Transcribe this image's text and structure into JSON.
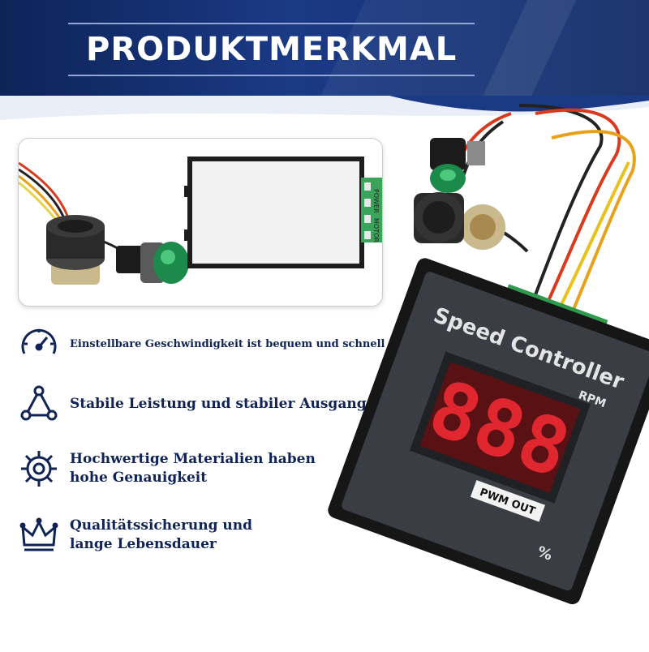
{
  "header": {
    "title": "PRODUKTMERKMAL"
  },
  "features": [
    {
      "icon": "speedometer-icon",
      "text": "Einstellbare Geschwindigkeit ist bequem und schnell"
    },
    {
      "icon": "network-triangle-icon",
      "text": "Stabile Leistung und stabiler Ausgang"
    },
    {
      "icon": "gear-icon",
      "line1": "Hochwertige Materialien haben",
      "line2": "hohe Genauigkeit"
    },
    {
      "icon": "crown-icon",
      "line1": "Qualitätssicherung und",
      "line2": "lange Lebensdauer"
    }
  ],
  "thumbnail": {
    "terminal_labels": [
      "POWER",
      "MOTOR"
    ]
  },
  "controller": {
    "title": "Speed Controller",
    "rpm": "RPM",
    "pwm_out": "PWM OUT",
    "percent": "%",
    "display": "888"
  },
  "colors": {
    "navy": "#0f2356",
    "banner": "#1b3a86",
    "led_red": "#e0262e",
    "terminal_green": "#2f9a4c"
  }
}
